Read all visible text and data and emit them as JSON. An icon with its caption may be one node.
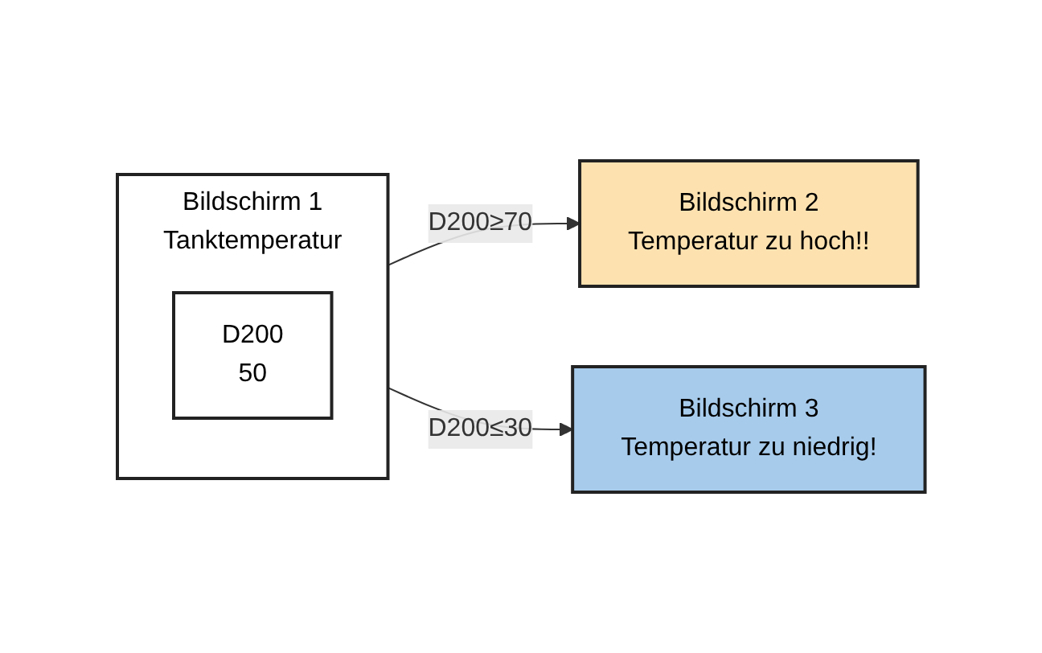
{
  "diagram": {
    "nodes": [
      {
        "text": [
          "Bildschirm 1",
          "Tanktemperatur"
        ]
      },
      {
        "text": [
          "D200",
          "50"
        ],
        "in": 0
      },
      {
        "text": [
          "Bildschirm 2",
          "Temperatur zu hoch!!"
        ]
      },
      {
        "text": [
          "Bildschirm 3",
          "Temperatur zu niedrig!"
        ]
      }
    ],
    "edges": [
      {
        "from": 0,
        "to": 2,
        "arrow": "to",
        "label": "D200≥70"
      },
      {
        "from": 0,
        "to": 3,
        "arrow": "to",
        "label": "D200≤30"
      }
    ]
  }
}
